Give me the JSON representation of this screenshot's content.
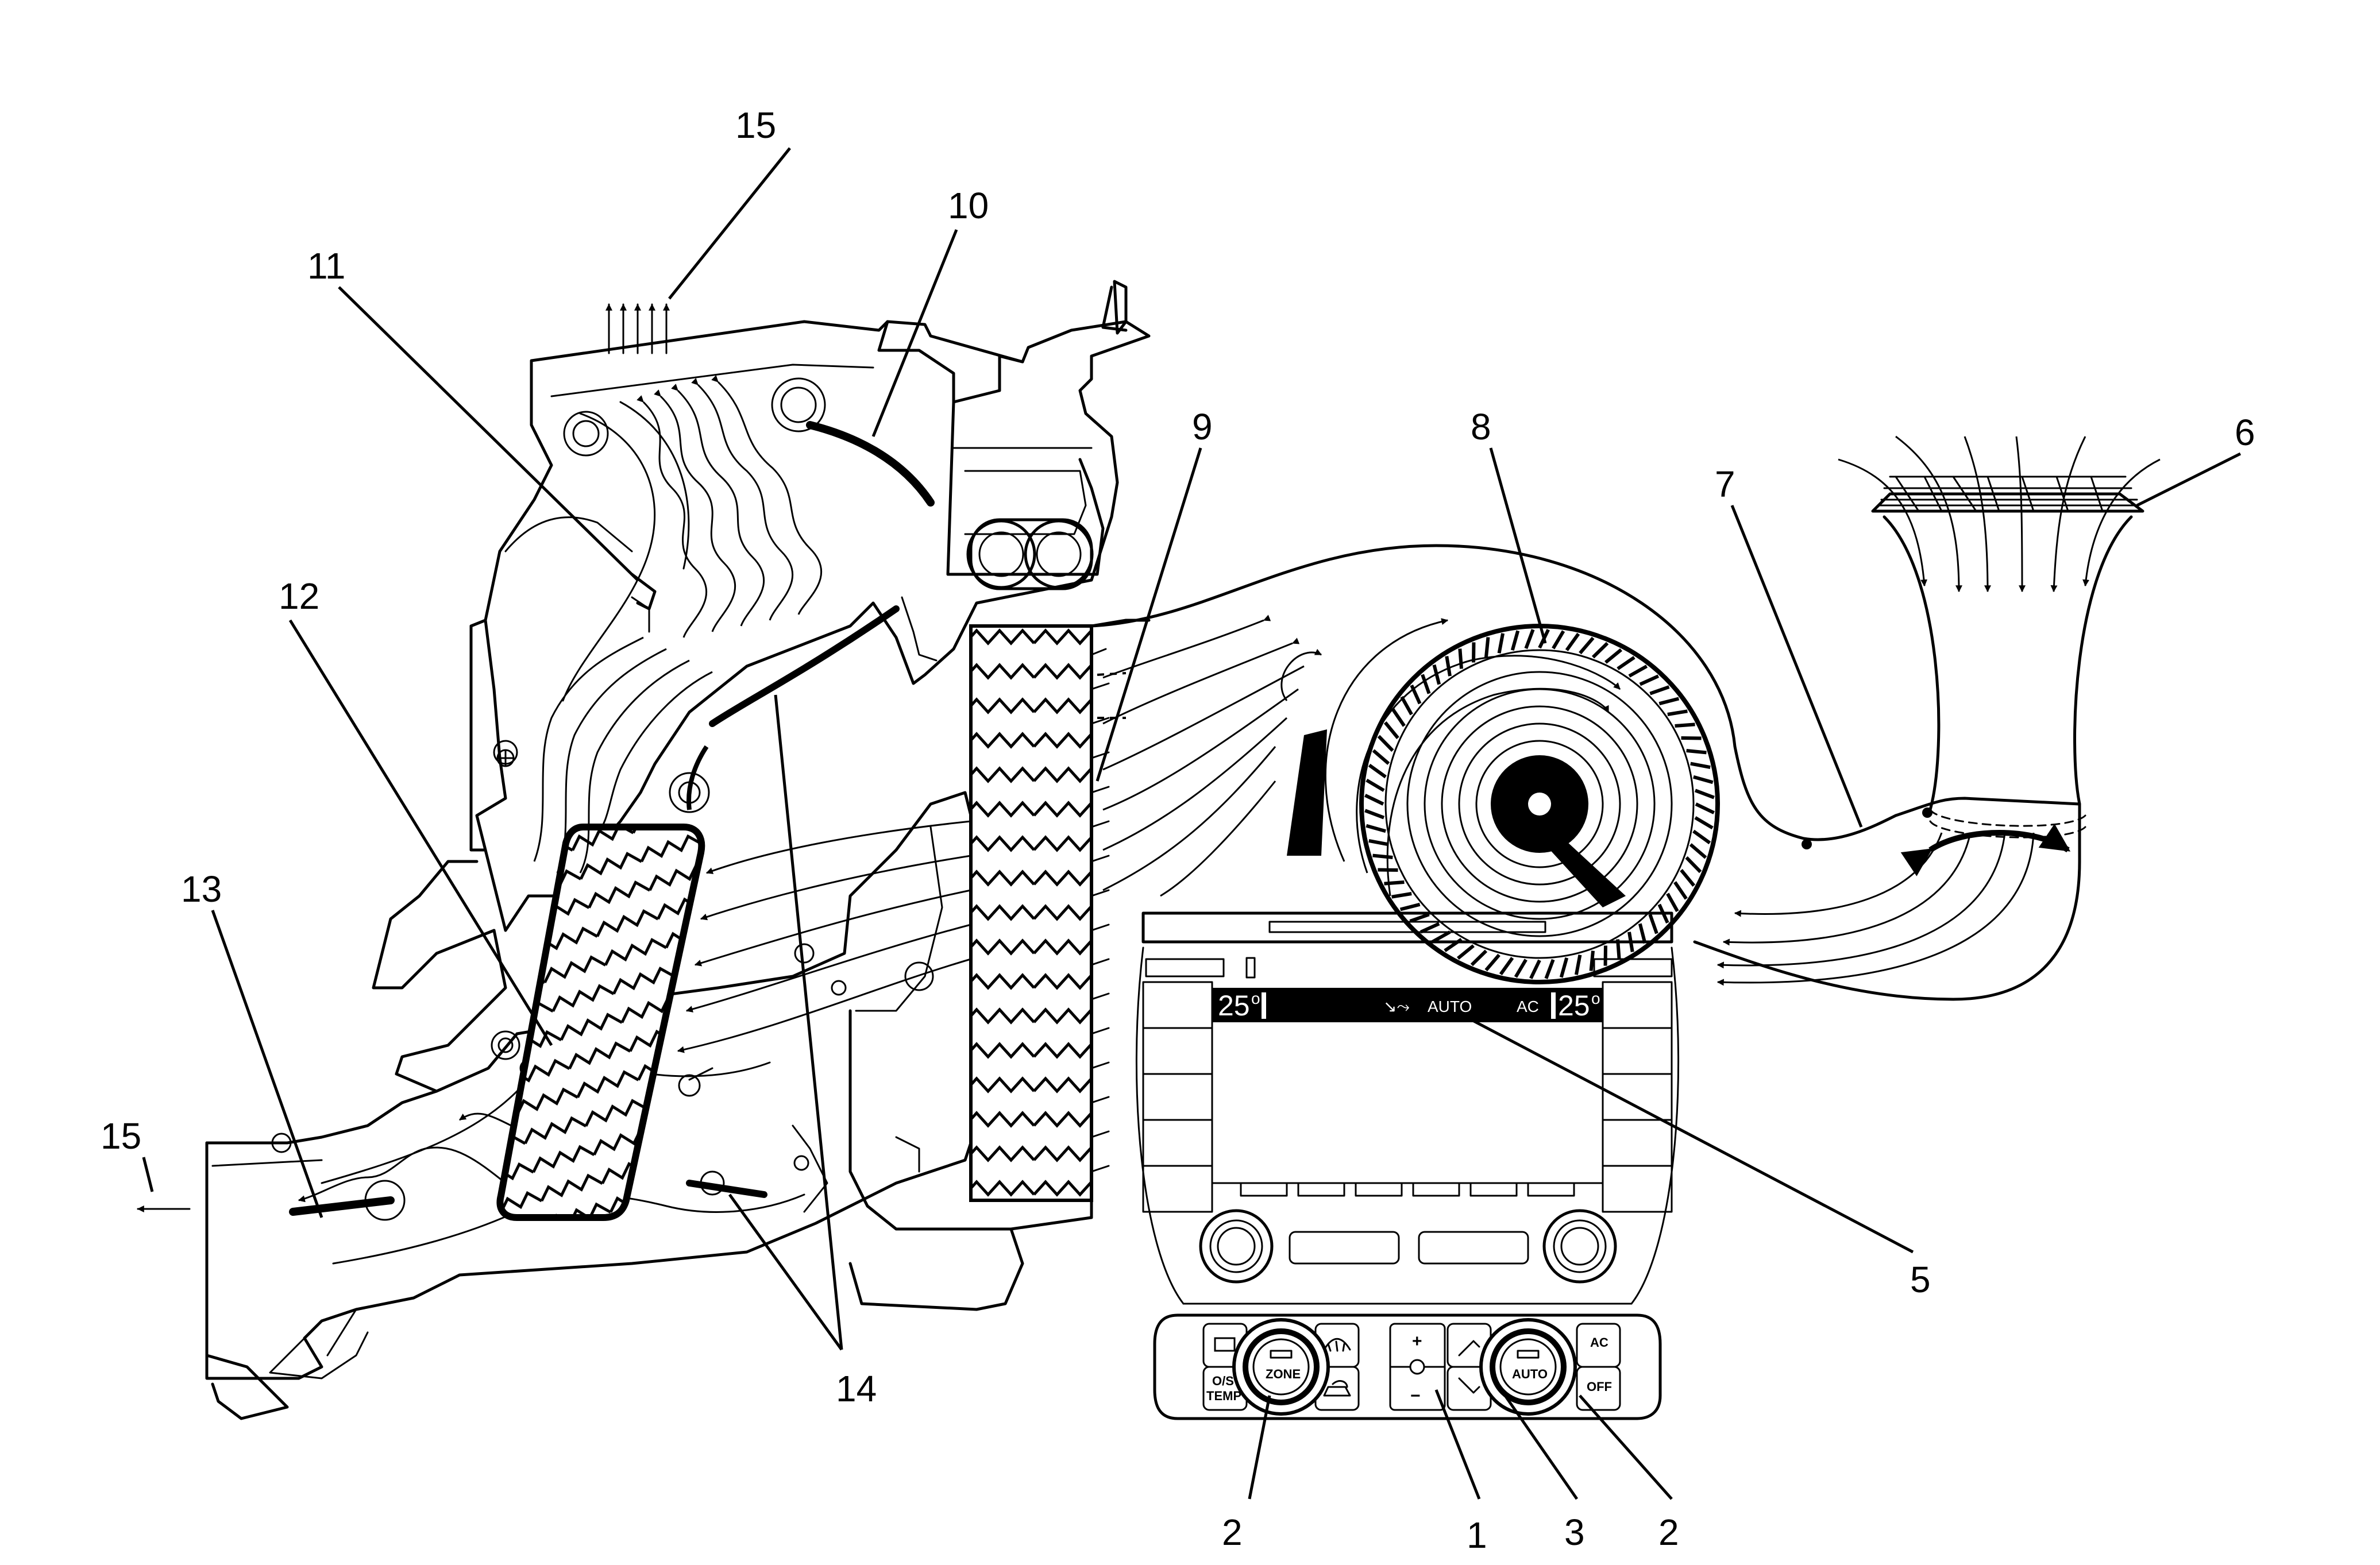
{
  "callouts": {
    "c1": "1",
    "c2a": "2",
    "c2b": "2",
    "c3": "3",
    "c5": "5",
    "c6": "6",
    "c7": "7",
    "c8": "8",
    "c9": "9",
    "c10": "10",
    "c11": "11",
    "c12": "12",
    "c13": "13",
    "c14": "14",
    "c15a": "15",
    "c15b": "15"
  },
  "display": {
    "left_temp": "25",
    "right_temp": "25",
    "auto": "AUTO",
    "ac": "AC"
  },
  "panel": {
    "zone": "ZONE",
    "auto": "AUTO",
    "ac": "AC",
    "off": "OFF",
    "os_temp_line1": "O/S",
    "os_temp_line2": "TEMP",
    "plus": "+",
    "minus": "−"
  }
}
